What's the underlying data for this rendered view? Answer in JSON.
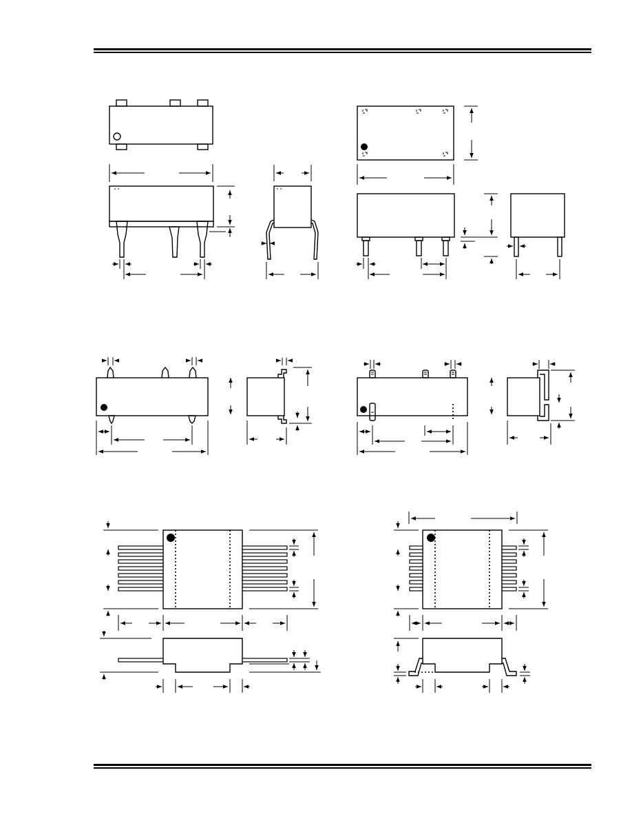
{
  "document": {
    "header_rules": "double",
    "footer_rules": "double",
    "drawings": [
      "dip-package-top-view",
      "dip-package-front-view",
      "dip-package-side-view",
      "sip-package-top-view",
      "sip-package-front-view",
      "sip-package-side-view",
      "gull-wing-front-view",
      "gull-wing-side-view",
      "j-lead-front-view",
      "j-lead-side-view",
      "flat-lead-top-view",
      "flat-lead-side-view",
      "soic-top-view",
      "soic-side-view"
    ],
    "colors": {
      "ink": "#000000",
      "paper": "#ffffff"
    }
  }
}
